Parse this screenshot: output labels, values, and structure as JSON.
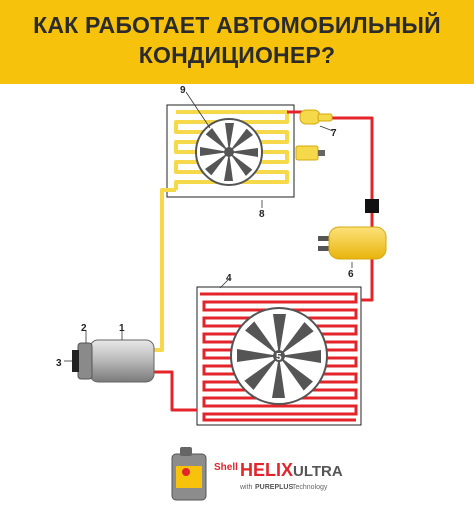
{
  "title": {
    "line1": "КАК РАБОТАЕТ АВТОМОБИЛЬНЫЙ",
    "line2": "КОНДИЦИОНЕР?"
  },
  "labels": {
    "n1": "1",
    "n2": "2",
    "n3": "3",
    "n4": "4",
    "n5": "5",
    "n6": "6",
    "n7": "7",
    "n8": "8",
    "n9": "9"
  },
  "brand": {
    "shell": "Shell",
    "helix": "HELIX",
    "ultra": "ULTRA",
    "tagline_with": "with",
    "tagline_pureplus": "PUREPLUS",
    "tagline_tech": "Technology"
  },
  "colors": {
    "title_band": "#f7c20b",
    "pipe_yellow": "#f5d94a",
    "pipe_red": "#e3242b",
    "fan_dark": "#555555"
  }
}
